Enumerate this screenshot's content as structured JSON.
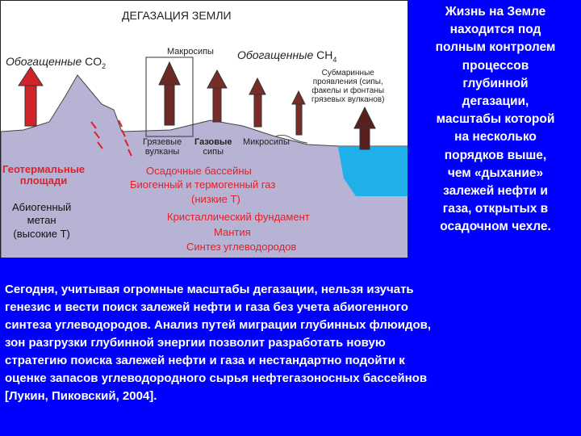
{
  "diagram": {
    "title": "ДЕГАЗАЦИЯ ЗЕМЛИ",
    "co2_word": "Обогащенные",
    "co2_formula": "CO",
    "co2_sub": "2",
    "ch4_word": "Обогащенные",
    "ch4_formula": "CH",
    "ch4_sub": "4",
    "macroseeps_top": "Макросипы",
    "submarine_lines": [
      "Субмаринные",
      "проявления (сипы,",
      "факелы и фонтаны",
      "грязевых вулканов)"
    ],
    "mud_volcanoes_lines": [
      "Грязевые",
      "вулканы"
    ],
    "gas_seeps_lines": [
      "Газовые",
      "сипы"
    ],
    "microseeps": "Микросипы",
    "geothermal_lines": [
      "Геотермальные",
      "площади"
    ],
    "abiogenic_lines": [
      "Абиогенный",
      "метан",
      "(высокие Т)"
    ],
    "sedimentary_basins": "Осадочные бассейны",
    "biogenic_gas": "Биогенный и термогенный газ",
    "low_t": "(низкие Т)",
    "crystalline": "Кристаллический фундамент",
    "mantle": "Мантия",
    "synthesis": "Синтез углеводородов"
  },
  "colors": {
    "background": "#0000ff",
    "crust": "#b7b3d4",
    "sea": "#1fb0ea",
    "label_red": "#e0212a",
    "arrow_red": "#d1232a",
    "arrow_dark": "#5a2020"
  },
  "right_text_lines": [
    "Жизнь на Земле",
    "находится под",
    "полным контролем",
    "процессов",
    "глубинной",
    "дегазации,",
    "масштабы которой",
    "на несколько",
    "порядков выше,",
    "чем «дыхание»",
    "залежей нефти и",
    "газа, открытых в",
    "осадочном чехле."
  ],
  "bottom_text_lines": [
    "Сегодня, учитывая огромные масштабы дегазации, нельзя изучать",
    "генезис и вести поиск залежей нефти и газа без учета абиогенного",
    "синтеза углеводородов. Анализ путей миграции глубинных флюидов,",
    "зон разгрузки глубинной энергии позволит разработать новую",
    "стратегию поиска залежей нефти и газа и нестандартно подойти к",
    "оценке запасов углеводородного сырья нефтегазоносных бассейнов",
    "[Лукин, Пиковский, 2004]."
  ]
}
